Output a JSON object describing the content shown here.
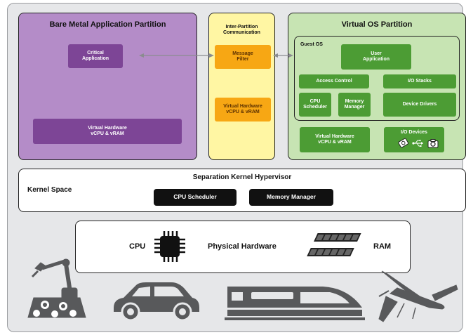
{
  "bare_metal": {
    "title": "Bare Metal Application Partition",
    "critical_app": "Critical\nApplication",
    "virtual_hw": "Virtual Hardware\nvCPU & vRAM"
  },
  "inter_partition": {
    "title": "Inter-Partition\nCommunication",
    "message_filter": "Message\nFilter",
    "virtual_hw": "Virtual Hardware\nvCPU & vRAM"
  },
  "virtual_os": {
    "title": "Virtual OS Partition",
    "guest_os": "Guest OS",
    "user_app": "User\nApplication",
    "access_control": "Access Control",
    "io_stacks": "I/O Stacks",
    "cpu_scheduler": "CPU\nScheduler",
    "memory_manager": "Memory\nManager",
    "device_drivers": "Device Drivers",
    "virtual_hw": "Virtual Hardware\nvCPU & vRAM",
    "io_devices": "I/O Devices"
  },
  "kernel": {
    "title": "Separation Kernel Hypervisor",
    "space_label": "Kernel Space",
    "cpu_scheduler": "CPU Scheduler",
    "memory_manager": "Memory Manager"
  },
  "hardware": {
    "cpu": "CPU",
    "title": "Physical Hardware",
    "ram": "RAM"
  },
  "colors": {
    "purple_panel": "#b48cc8",
    "purple_box": "#7d4596",
    "yellow_panel": "#fff6a3",
    "orange_box": "#f7a714",
    "green_panel": "#c7e4b3",
    "green_box": "#4c9c34",
    "black_box": "#111111",
    "frame": "#e6e7e9"
  },
  "icons": [
    "cpu-chip-icon",
    "ram-module-icon",
    "robot-arm-icon",
    "car-icon",
    "train-icon",
    "drone-icon",
    "hard-drive-icon",
    "usb-icon",
    "camera-icon"
  ]
}
